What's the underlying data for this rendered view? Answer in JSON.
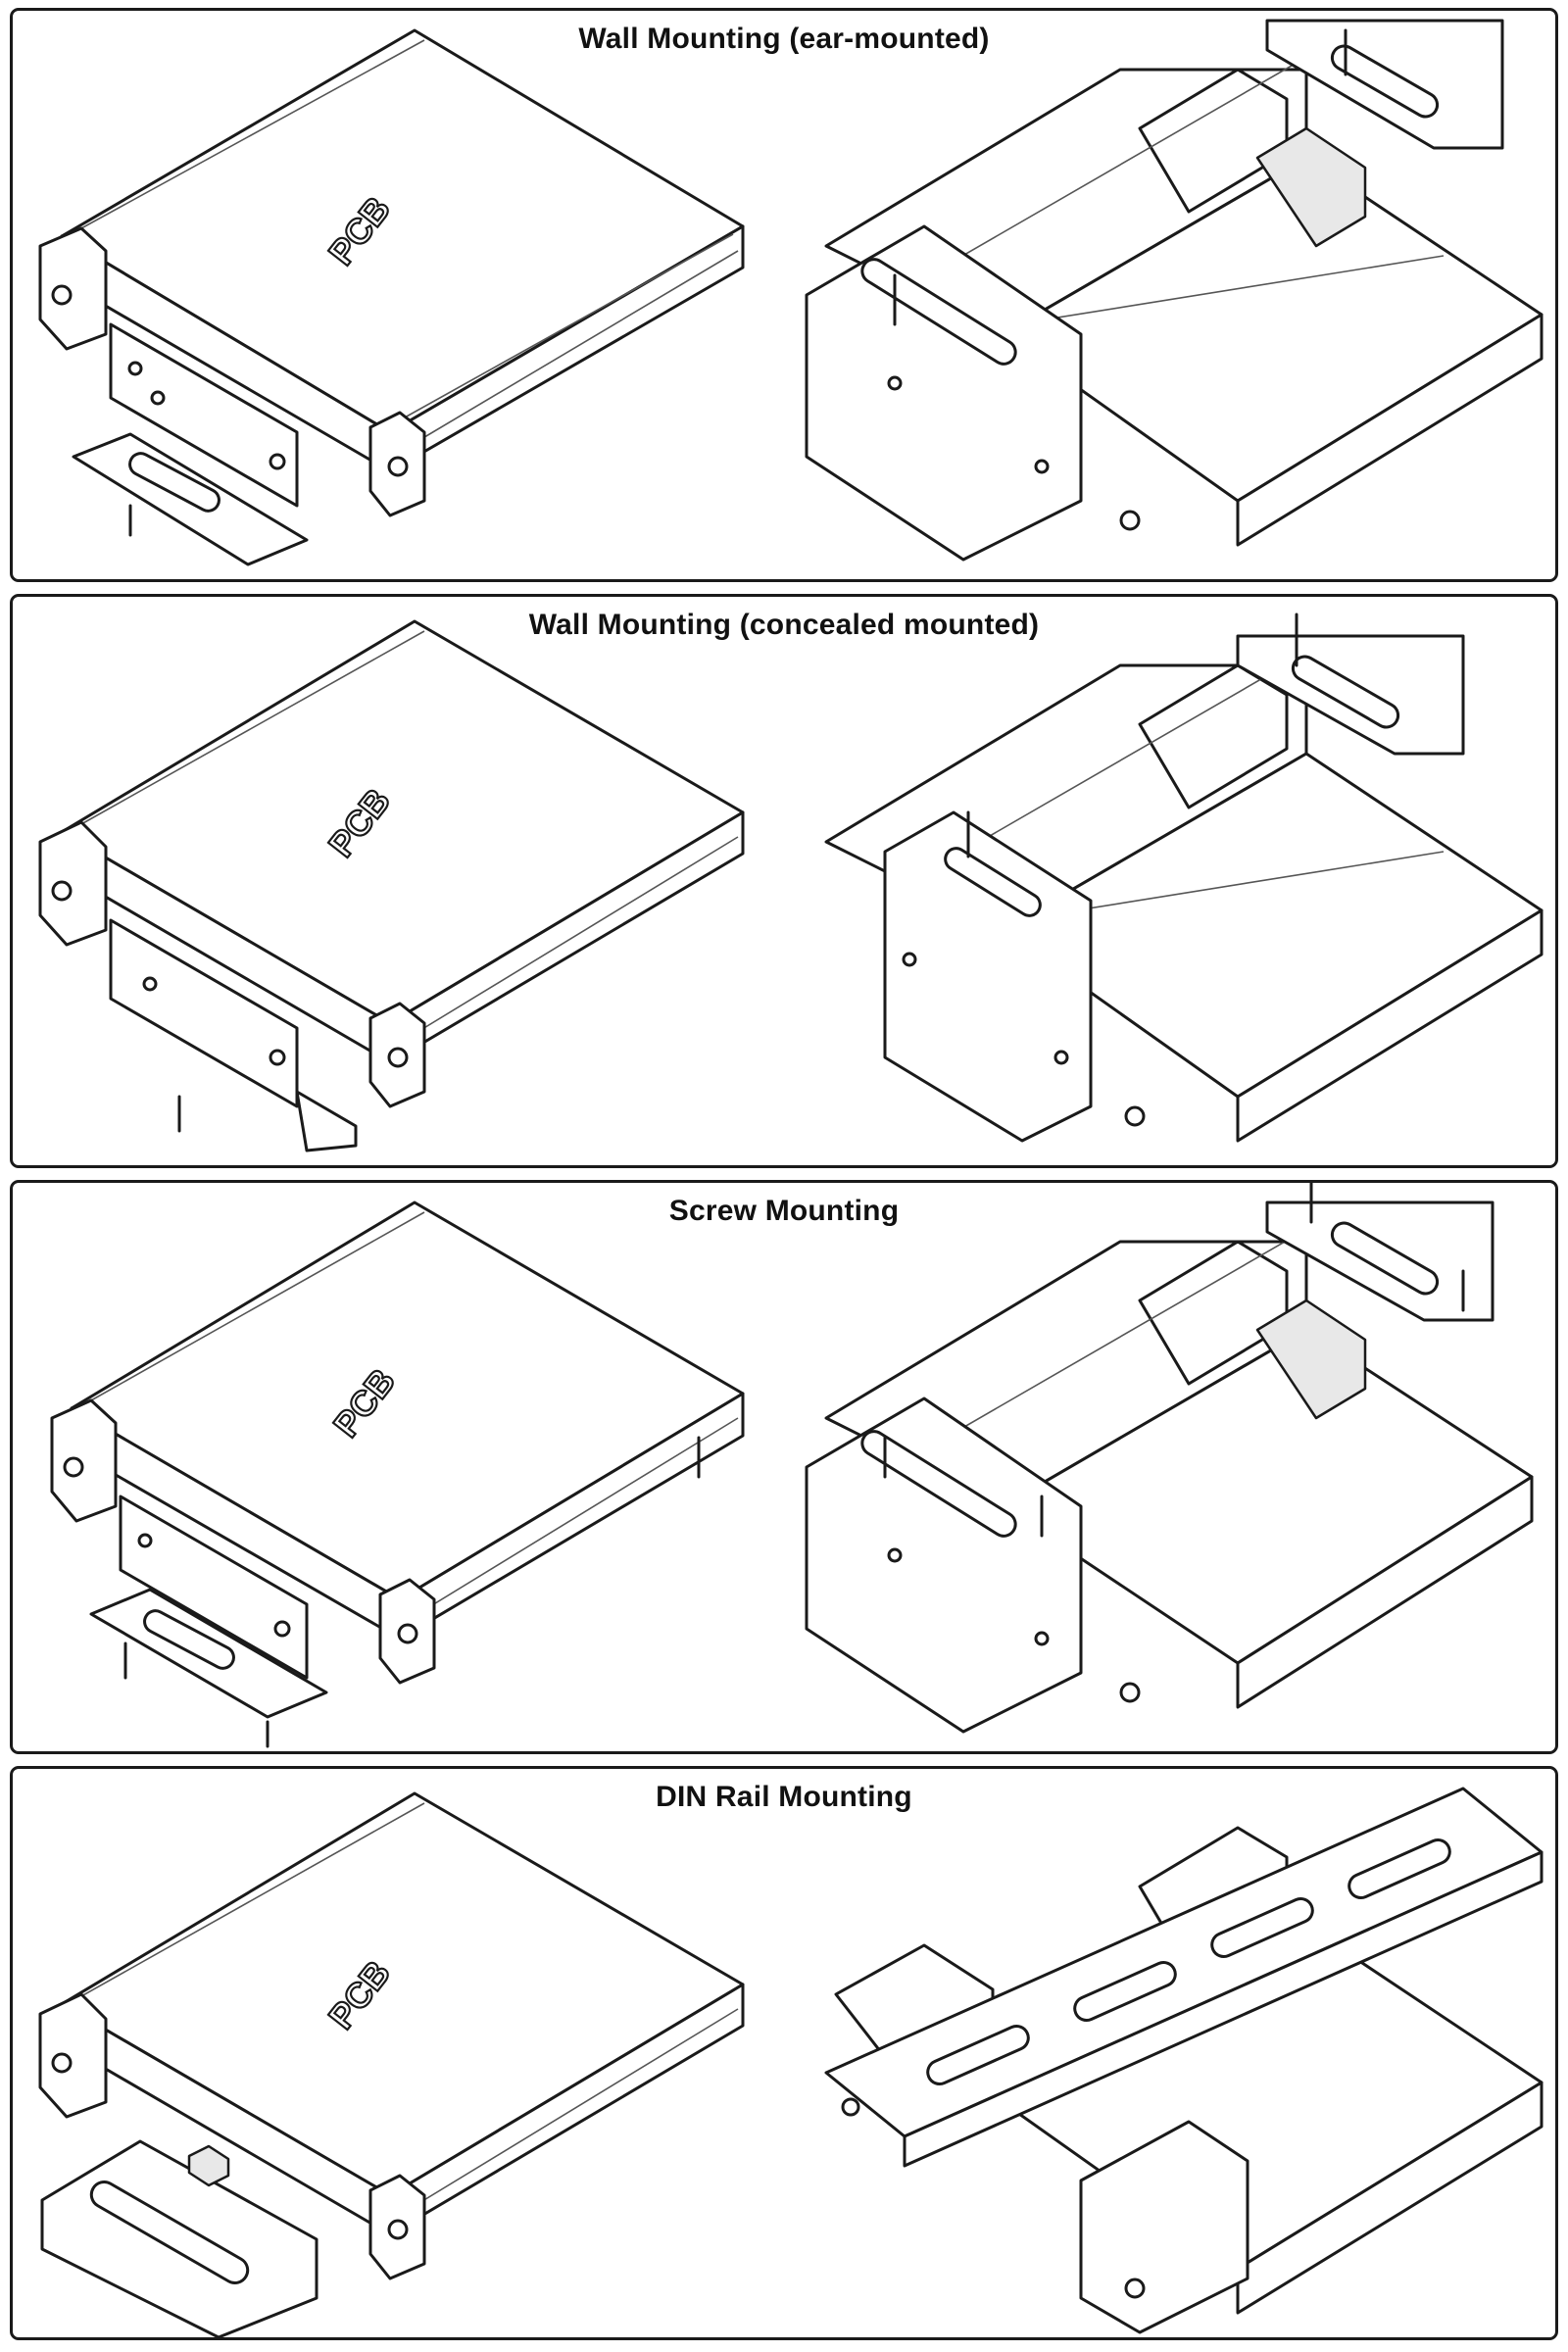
{
  "panels": [
    {
      "title": "Wall Mounting (ear-mounted)"
    },
    {
      "title": "Wall Mounting (concealed mounted)"
    },
    {
      "title": "Screw Mounting"
    },
    {
      "title": "DIN Rail Mounting"
    }
  ],
  "enclosure_label": "PCB"
}
